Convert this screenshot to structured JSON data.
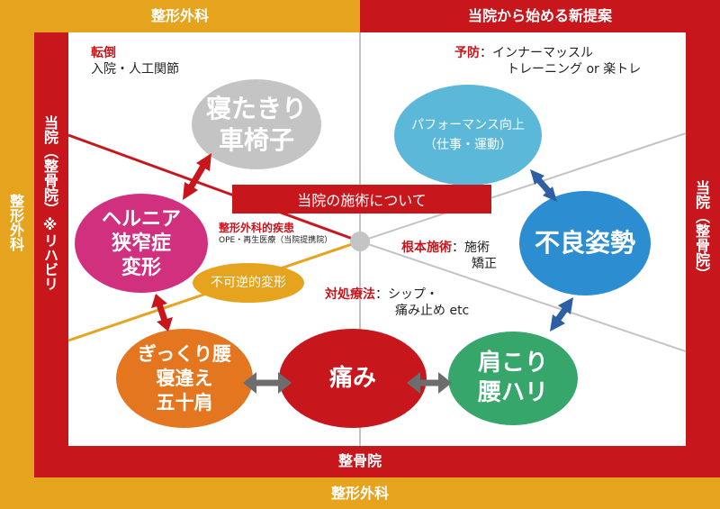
{
  "frame": {
    "top_left": "整形外科",
    "top_right": "当院から始める新提案",
    "bottom_inner": "整骨院",
    "bottom_outer": "整形外科",
    "left_outer": "整形外科",
    "left_inner": "当院（整骨院）※リハビリ",
    "right_inner": "当院（整骨院）"
  },
  "center_banner": "当院の施術について",
  "nodes": {
    "bedridden": [
      "寝たきり",
      "車椅子"
    ],
    "hernia": [
      "ヘルニア",
      "狭窄症",
      "変形"
    ],
    "back_strain": [
      "ぎっくり腰",
      "寝違え",
      "五十肩"
    ],
    "pain": [
      "痛み"
    ],
    "shoulder": [
      "肩こり",
      "腰ハリ"
    ],
    "posture": [
      "不良姿勢"
    ],
    "performance": [
      "パフォーマンス向上",
      "（仕事・運動）"
    ],
    "irreversible": [
      "不可逆的変形"
    ]
  },
  "notes": {
    "fall_label": "転倒",
    "fall_text": "入院・人工関節",
    "prevent_label": "予防",
    "prevent_text": "：インナーマッスル",
    "prevent_text2": "トレーニング or 楽トレ",
    "disease_title": "整形外科的疾患",
    "disease_sub": "OPE・再生医療（当院提携院）",
    "root_label": "根本施術",
    "root_text": "：施術",
    "root_text2": "矯正",
    "symptom_label": "対処療法",
    "symptom_text": "：シップ・",
    "symptom_text2": "痛み止め etc"
  },
  "colors": {
    "orange": "#e5a31e",
    "red": "#c8161d",
    "gray": "#c4c4c4",
    "magenta": "#d1307e",
    "dark_orange": "#e4761f",
    "light_blue": "#5bb8d8",
    "blue": "#2c8ed1",
    "green": "#36a66b",
    "arrow_blue": "#2c5fa3",
    "arrow_gray": "#6d6d6d"
  }
}
